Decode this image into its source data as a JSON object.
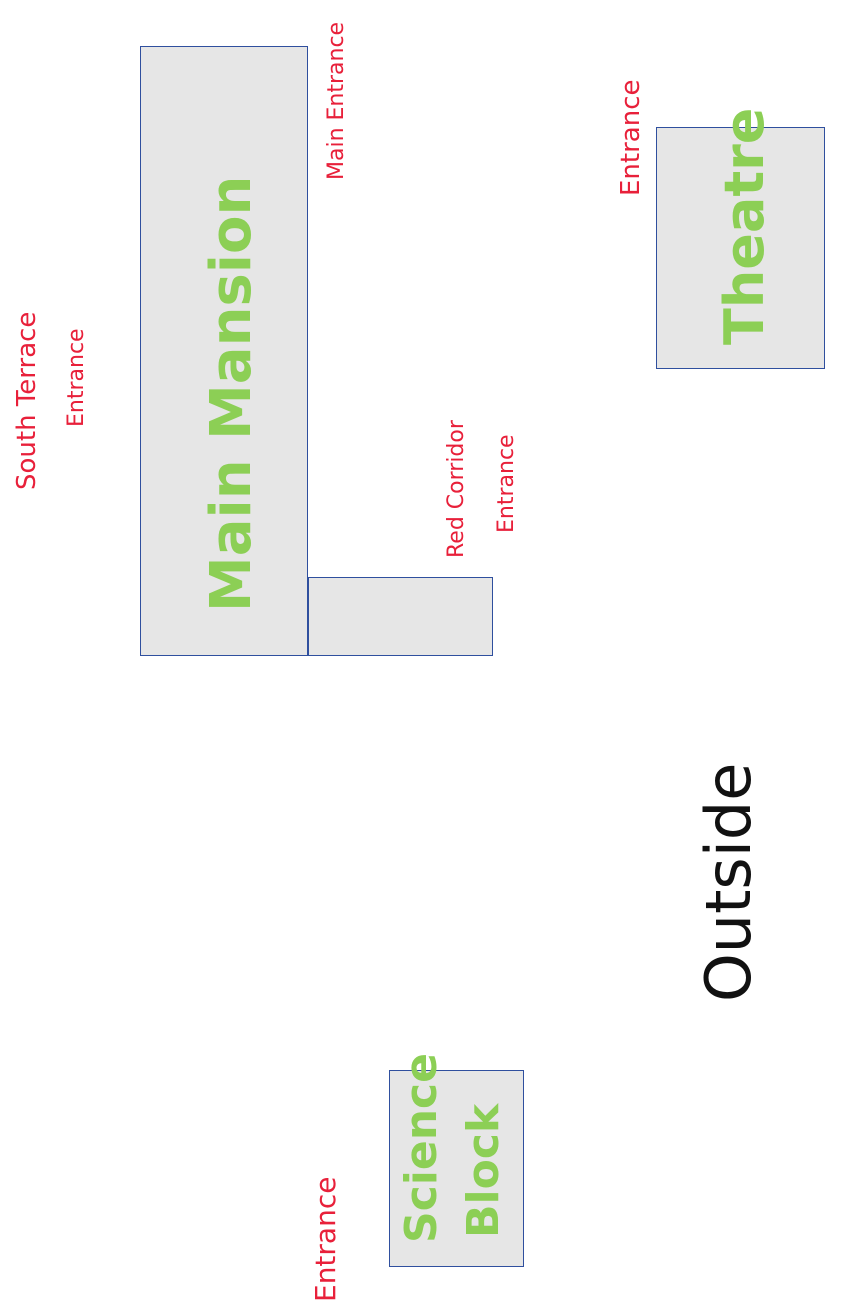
{
  "map": {
    "main_mansion": "Main   Mansion",
    "theatre": "Theatre",
    "science_block_line1": "Science",
    "science_block_line2": "Block",
    "main_entrance": "Main Entrance",
    "theatre_entrance": "Entrance",
    "south_terrace_line1": "South   Terrace",
    "south_terrace_line2": "Entrance",
    "red_corridor_line1": "Red Corridor",
    "red_corridor_line2": "Entrance",
    "science_entrance": "Entrance",
    "outside": "Outside"
  },
  "colors": {
    "building_fill": "#e6e6e6",
    "building_border": "#2f4f9e",
    "building_label": "#8ccf55",
    "entrance_label": "#e8203a",
    "area_label": "#111111"
  }
}
